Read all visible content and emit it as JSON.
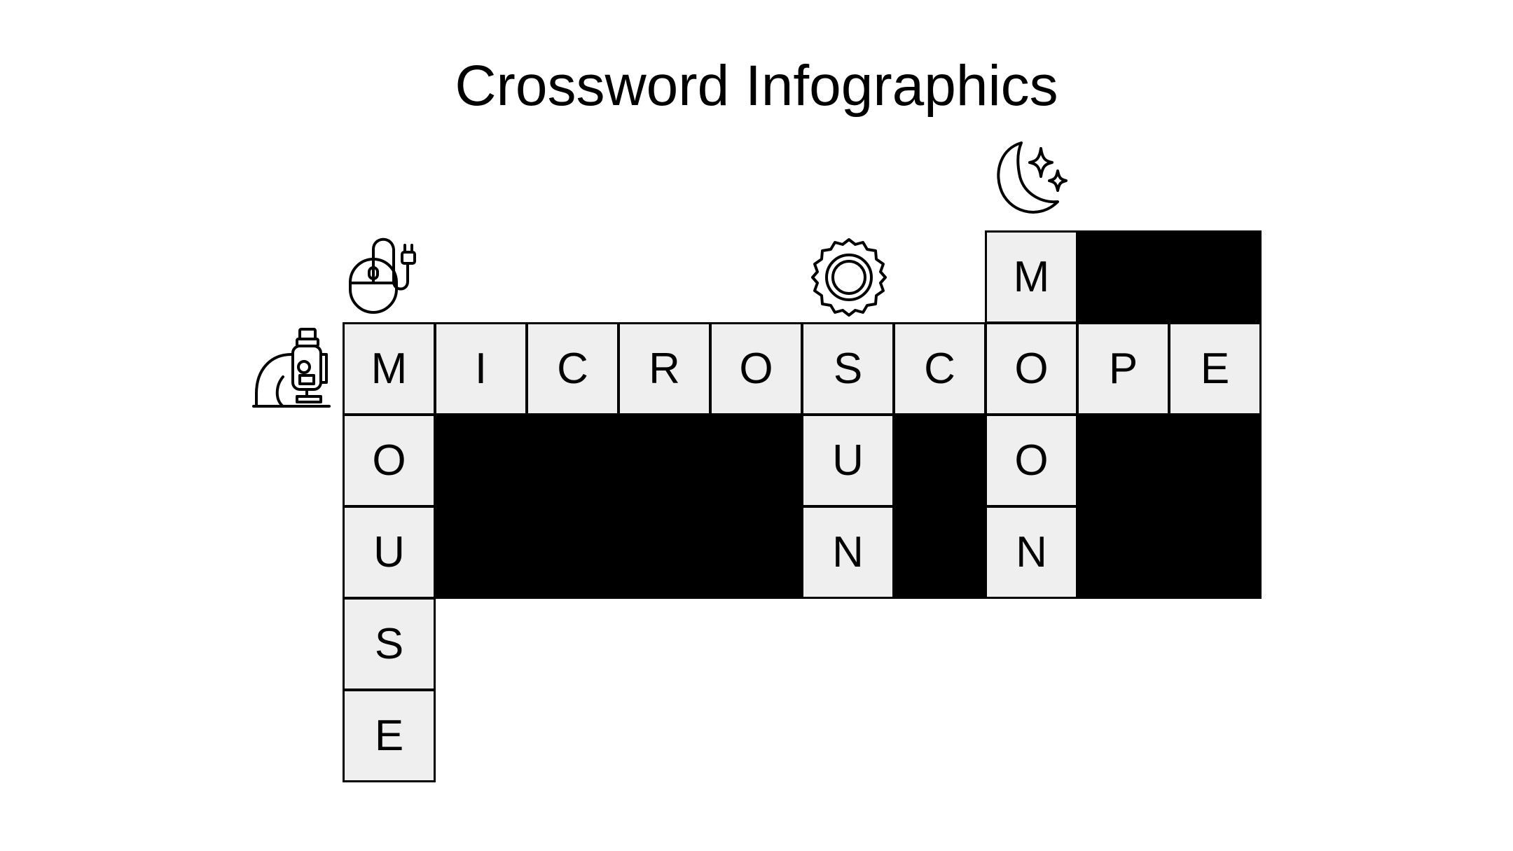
{
  "title": "Crossword Infographics",
  "colors": {
    "background": "#ffffff",
    "cell_fill": "#efefef",
    "block": "#000000",
    "ink": "#000000"
  },
  "grid": {
    "rows": 6,
    "cols": 10
  },
  "black_regions": [
    {
      "row_start": 0,
      "col_start": 8,
      "row_span": 1,
      "col_span": 2
    },
    {
      "row_start": 2,
      "col_start": 1,
      "row_span": 2,
      "col_span": 9
    }
  ],
  "cells": [
    {
      "letter": "M",
      "row": 0,
      "col": 7
    },
    {
      "letter": "M",
      "row": 1,
      "col": 0
    },
    {
      "letter": "I",
      "row": 1,
      "col": 1
    },
    {
      "letter": "C",
      "row": 1,
      "col": 2
    },
    {
      "letter": "R",
      "row": 1,
      "col": 3
    },
    {
      "letter": "O",
      "row": 1,
      "col": 4
    },
    {
      "letter": "S",
      "row": 1,
      "col": 5
    },
    {
      "letter": "C",
      "row": 1,
      "col": 6
    },
    {
      "letter": "O",
      "row": 1,
      "col": 7
    },
    {
      "letter": "P",
      "row": 1,
      "col": 8
    },
    {
      "letter": "E",
      "row": 1,
      "col": 9
    },
    {
      "letter": "O",
      "row": 2,
      "col": 0
    },
    {
      "letter": "U",
      "row": 2,
      "col": 5
    },
    {
      "letter": "O",
      "row": 2,
      "col": 7
    },
    {
      "letter": "U",
      "row": 3,
      "col": 0
    },
    {
      "letter": "N",
      "row": 3,
      "col": 5
    },
    {
      "letter": "N",
      "row": 3,
      "col": 7
    },
    {
      "letter": "S",
      "row": 4,
      "col": 0
    },
    {
      "letter": "E",
      "row": 5,
      "col": 0
    }
  ],
  "icons": [
    {
      "name": "microscope-icon",
      "word": "MICROSCOPE"
    },
    {
      "name": "computer-mouse-icon",
      "word": "MOUSE"
    },
    {
      "name": "sun-icon",
      "word": "SUN"
    },
    {
      "name": "moon-stars-icon",
      "word": "MOON"
    }
  ]
}
